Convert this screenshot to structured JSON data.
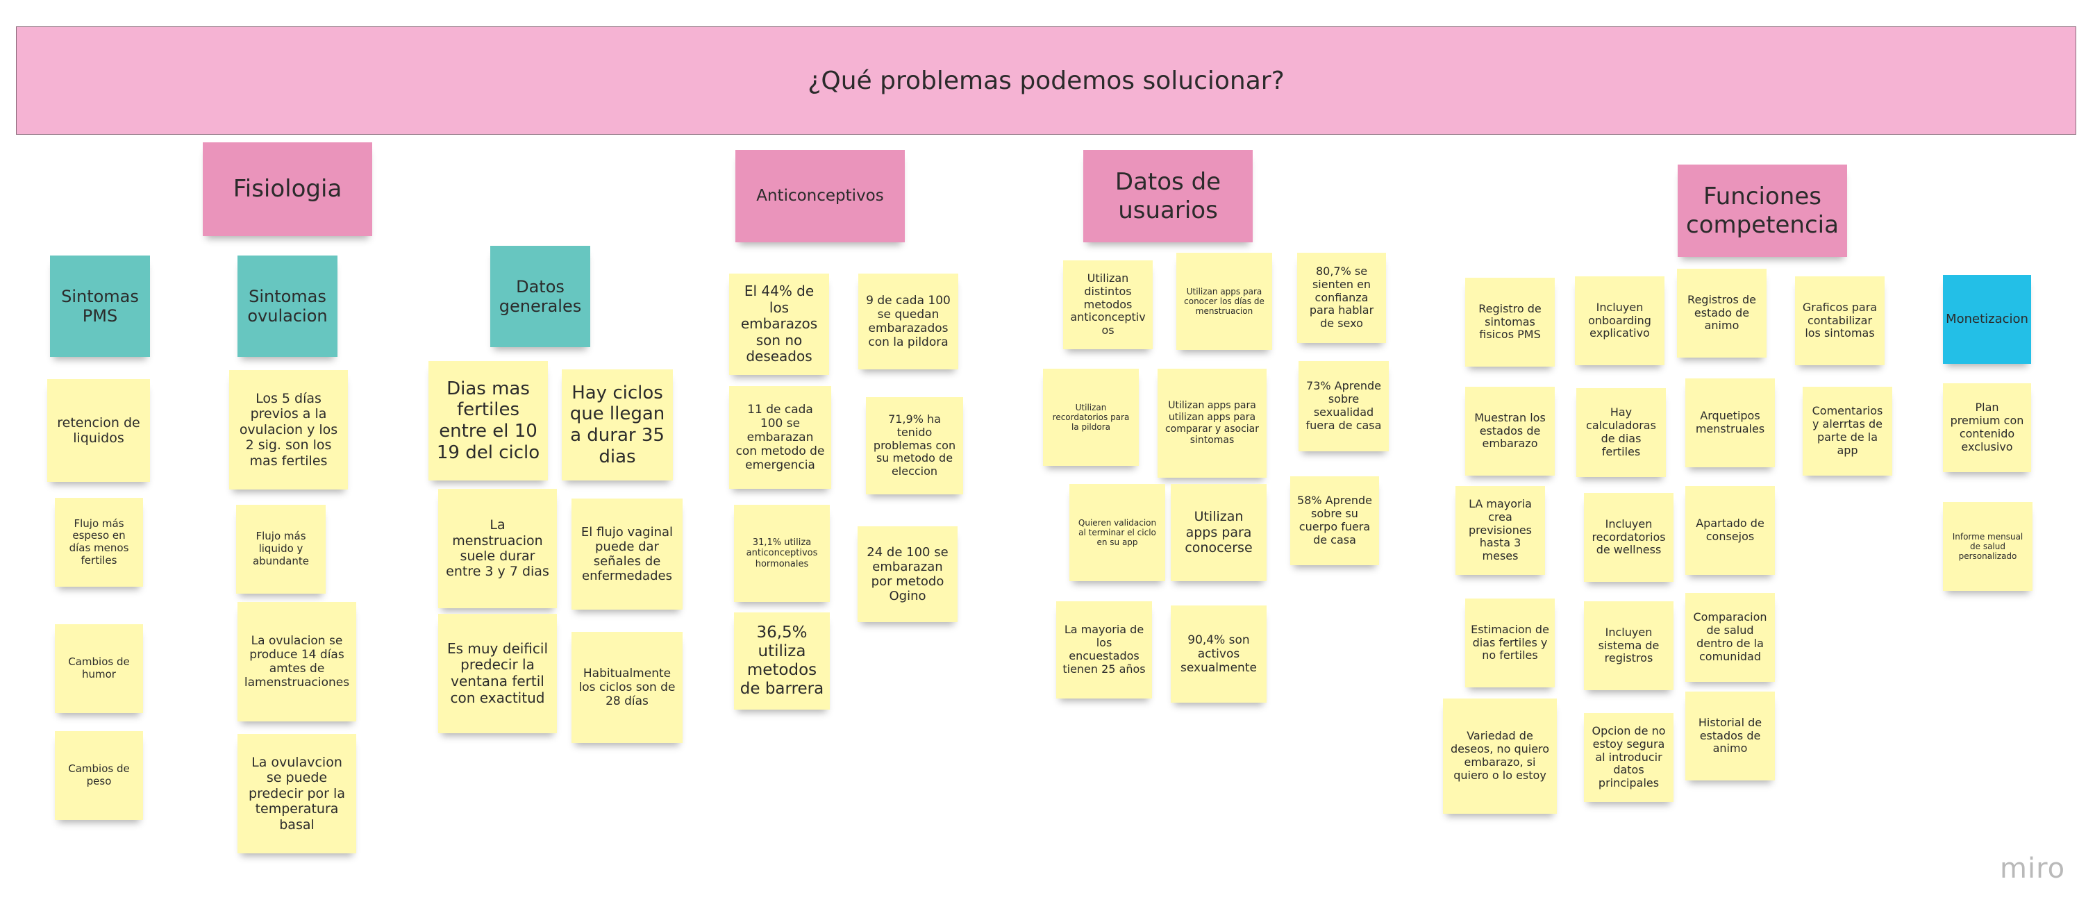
{
  "colors": {
    "background": "#ffffff",
    "frame": "#f5b3d3",
    "yellow": "#fff9b1",
    "pink": "#ea94bb",
    "teal": "#67c6c0",
    "blue": "#23bfe7"
  },
  "board": {
    "title": "¿Qué problemas podemos solucionar?",
    "logo": "miro"
  },
  "notes": [
    {
      "id": "fisiologia",
      "text": "Fisiologia",
      "color": "pink"
    },
    {
      "id": "anticonceptivos",
      "text": "Anticonceptivos",
      "color": "pink"
    },
    {
      "id": "datos-usuarios",
      "text": "Datos de usuarios",
      "color": "pink"
    },
    {
      "id": "funciones-competencia",
      "text": "Funciones competencia",
      "color": "pink"
    },
    {
      "id": "sintomas-pms",
      "text": "Sintomas PMS",
      "color": "teal"
    },
    {
      "id": "sintomas-ovulacion",
      "text": "Sintomas ovulacion",
      "color": "teal"
    },
    {
      "id": "datos-generales",
      "text": "Datos generales",
      "color": "teal"
    },
    {
      "id": "monetizacion",
      "text": "Monetizacion",
      "color": "blue"
    },
    {
      "id": "retencion-liquidos",
      "text": "retencion de liquidos",
      "color": "yellow"
    },
    {
      "id": "flujo-espeso",
      "text": "Flujo más espeso en días menos fertiles",
      "color": "yellow"
    },
    {
      "id": "cambios-humor",
      "text": "Cambios de humor",
      "color": "yellow"
    },
    {
      "id": "cambios-peso",
      "text": "Cambios de peso",
      "color": "yellow"
    },
    {
      "id": "cinco-dias",
      "text": "Los 5 días previos a la ovulacion y los 2 sig. son los mas fertiles",
      "color": "yellow"
    },
    {
      "id": "flujo-liquido",
      "text": "Flujo más liquido y abundante",
      "color": "yellow"
    },
    {
      "id": "ovulacion-14",
      "text": "La ovulacion se produce 14 días amtes de lamenstruaciones",
      "color": "yellow"
    },
    {
      "id": "ovulacion-temperatura",
      "text": "La ovulavcion se puede predecir por la temperatura basal",
      "color": "yellow"
    },
    {
      "id": "dias-fertiles",
      "text": "Dias mas fertiles entre el 10 19 del ciclo",
      "color": "yellow"
    },
    {
      "id": "ciclos-35",
      "text": "Hay ciclos que llegan a durar 35 dias",
      "color": "yellow"
    },
    {
      "id": "menstruacion-dura",
      "text": "La menstruacion suele durar entre 3 y 7 dias",
      "color": "yellow"
    },
    {
      "id": "flujo-senales",
      "text": "El flujo vaginal puede dar señales de enfermedades",
      "color": "yellow"
    },
    {
      "id": "ventana-fertil",
      "text": "Es muy deificil predecir la ventana fertil con exactitud",
      "color": "yellow"
    },
    {
      "id": "ciclos-28",
      "text": "Habitualmente los ciclos son de 28 días",
      "color": "yellow"
    },
    {
      "id": "embarazos-44",
      "text": "El 44% de los embarazos son no deseados",
      "color": "yellow"
    },
    {
      "id": "nueve-de-100",
      "text": "9 de cada 100 se quedan embarazados con la pildora",
      "color": "yellow"
    },
    {
      "id": "once-de-100",
      "text": "11 de cada 100 se embarazan con metodo de emergencia",
      "color": "yellow"
    },
    {
      "id": "problemas-71",
      "text": "71,9% ha tenido problemas con su metodo de eleccion",
      "color": "yellow"
    },
    {
      "id": "hormonales-31",
      "text": "31,1% utiliza anticonceptivos hormonales",
      "color": "yellow"
    },
    {
      "id": "ogino-24",
      "text": "24 de 100 se embarazan por metodo Ogino",
      "color": "yellow"
    },
    {
      "id": "barrera-36",
      "text": "36,5% utiliza metodos de barrera",
      "color": "yellow"
    },
    {
      "id": "distintos-metodos",
      "text": "Utilizan distintos metodos anticonceptiv os",
      "color": "yellow"
    },
    {
      "id": "apps-dias-menstruacion",
      "text": "Utilizan apps para conocer los días de menstruacion",
      "color": "yellow"
    },
    {
      "id": "confianza-80",
      "text": "80,7% se sienten en confianza para hablar de sexo",
      "color": "yellow"
    },
    {
      "id": "recordatorios-pildora",
      "text": "Utilizan recordatorios para la pildora",
      "color": "yellow"
    },
    {
      "id": "apps-comparar",
      "text": "Utilizan apps para utilizan apps para comparar y asociar sintomas",
      "color": "yellow"
    },
    {
      "id": "sexualidad-73",
      "text": "73% Aprende sobre sexualidad fuera de casa",
      "color": "yellow"
    },
    {
      "id": "validacion-ciclo",
      "text": "Quieren validacion al terminar el ciclo en su app",
      "color": "yellow"
    },
    {
      "id": "apps-conocerse",
      "text": "Utilizan apps para conocerse",
      "color": "yellow"
    },
    {
      "id": "cuerpo-58",
      "text": "58% Aprende sobre su cuerpo fuera de casa",
      "color": "yellow"
    },
    {
      "id": "encuestados-25",
      "text": "La mayoria de los encuestados tienen 25 años",
      "color": "yellow"
    },
    {
      "id": "activos-90",
      "text": "90,4% son activos sexualmente",
      "color": "yellow"
    },
    {
      "id": "registro-sintomas",
      "text": "Registro de sintomas fisicos PMS",
      "color": "yellow"
    },
    {
      "id": "onboarding",
      "text": "Incluyen onboarding explicativo",
      "color": "yellow"
    },
    {
      "id": "registros-animo",
      "text": "Registros de estado de animo",
      "color": "yellow"
    },
    {
      "id": "graficos-sintomas",
      "text": "Graficos para contabilizar los sintomas",
      "color": "yellow"
    },
    {
      "id": "estados-embarazo",
      "text": "Muestran los estados de embarazo",
      "color": "yellow"
    },
    {
      "id": "calculadoras",
      "text": "Hay calculadoras de dias fertiles",
      "color": "yellow"
    },
    {
      "id": "arquetipos",
      "text": "Arquetipos menstruales",
      "color": "yellow"
    },
    {
      "id": "comentarios-alertas",
      "text": "Comentarios y alerrtas de parte de la app",
      "color": "yellow"
    },
    {
      "id": "previsiones-3",
      "text": "LA mayoria crea previsiones hasta 3 meses",
      "color": "yellow"
    },
    {
      "id": "recordatorios-wellness",
      "text": "Incluyen recordatorios de wellness",
      "color": "yellow"
    },
    {
      "id": "apartado-consejos",
      "text": "Apartado de consejos",
      "color": "yellow"
    },
    {
      "id": "estimacion-fertiles",
      "text": "Estimacion de dias fertiles y no fertiles",
      "color": "yellow"
    },
    {
      "id": "sistema-registros",
      "text": "Incluyen sistema de registros",
      "color": "yellow"
    },
    {
      "id": "comparacion-salud",
      "text": "Comparacion de salud dentro de la comunidad",
      "color": "yellow"
    },
    {
      "id": "variedad-deseos",
      "text": "Variedad de deseos, no quiero embarazo, si quiero o lo estoy",
      "color": "yellow"
    },
    {
      "id": "opcion-no-segura",
      "text": "Opcion de no estoy segura al introducir datos principales",
      "color": "yellow"
    },
    {
      "id": "historial-animo",
      "text": "Historial de estados de animo",
      "color": "yellow"
    },
    {
      "id": "plan-premium",
      "text": "Plan premium con contenido exclusivo",
      "color": "yellow"
    },
    {
      "id": "informe-mensual",
      "text": "Informe mensual de salud personalizado",
      "color": "yellow"
    }
  ]
}
